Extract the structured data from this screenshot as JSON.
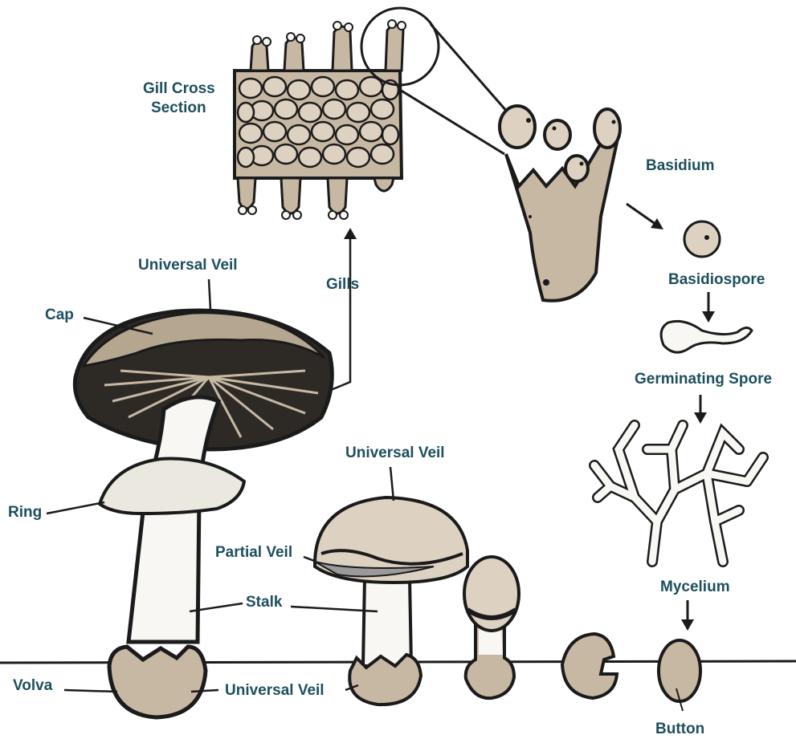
{
  "diagram": {
    "colors": {
      "label": "#1d4f5e",
      "outline": "#1b1b1b",
      "tan": "#c7b8a3",
      "tan_light": "#ddd2c2",
      "cap_dark": "#2d2a26",
      "cap_top": "#b5a68f",
      "white": "#f8f7f3",
      "gray_band": "#9a9a9a"
    },
    "labels": {
      "gill_cross_section_1": "Gill Cross",
      "gill_cross_section_2": "Section",
      "basidium": "Basidium",
      "basidiospore": "Basidiospore",
      "germinating_spore": "Germinating Spore",
      "mycelium": "Mycelium",
      "button": "Button",
      "universal_veil_top": "Universal Veil",
      "gills": "Gills",
      "cap": "Cap",
      "ring": "Ring",
      "universal_veil_mid": "Universal Veil",
      "partial_veil": "Partial Veil",
      "stalk": "Stalk",
      "volva": "Volva",
      "universal_veil_bottom": "Universal Veil"
    }
  }
}
